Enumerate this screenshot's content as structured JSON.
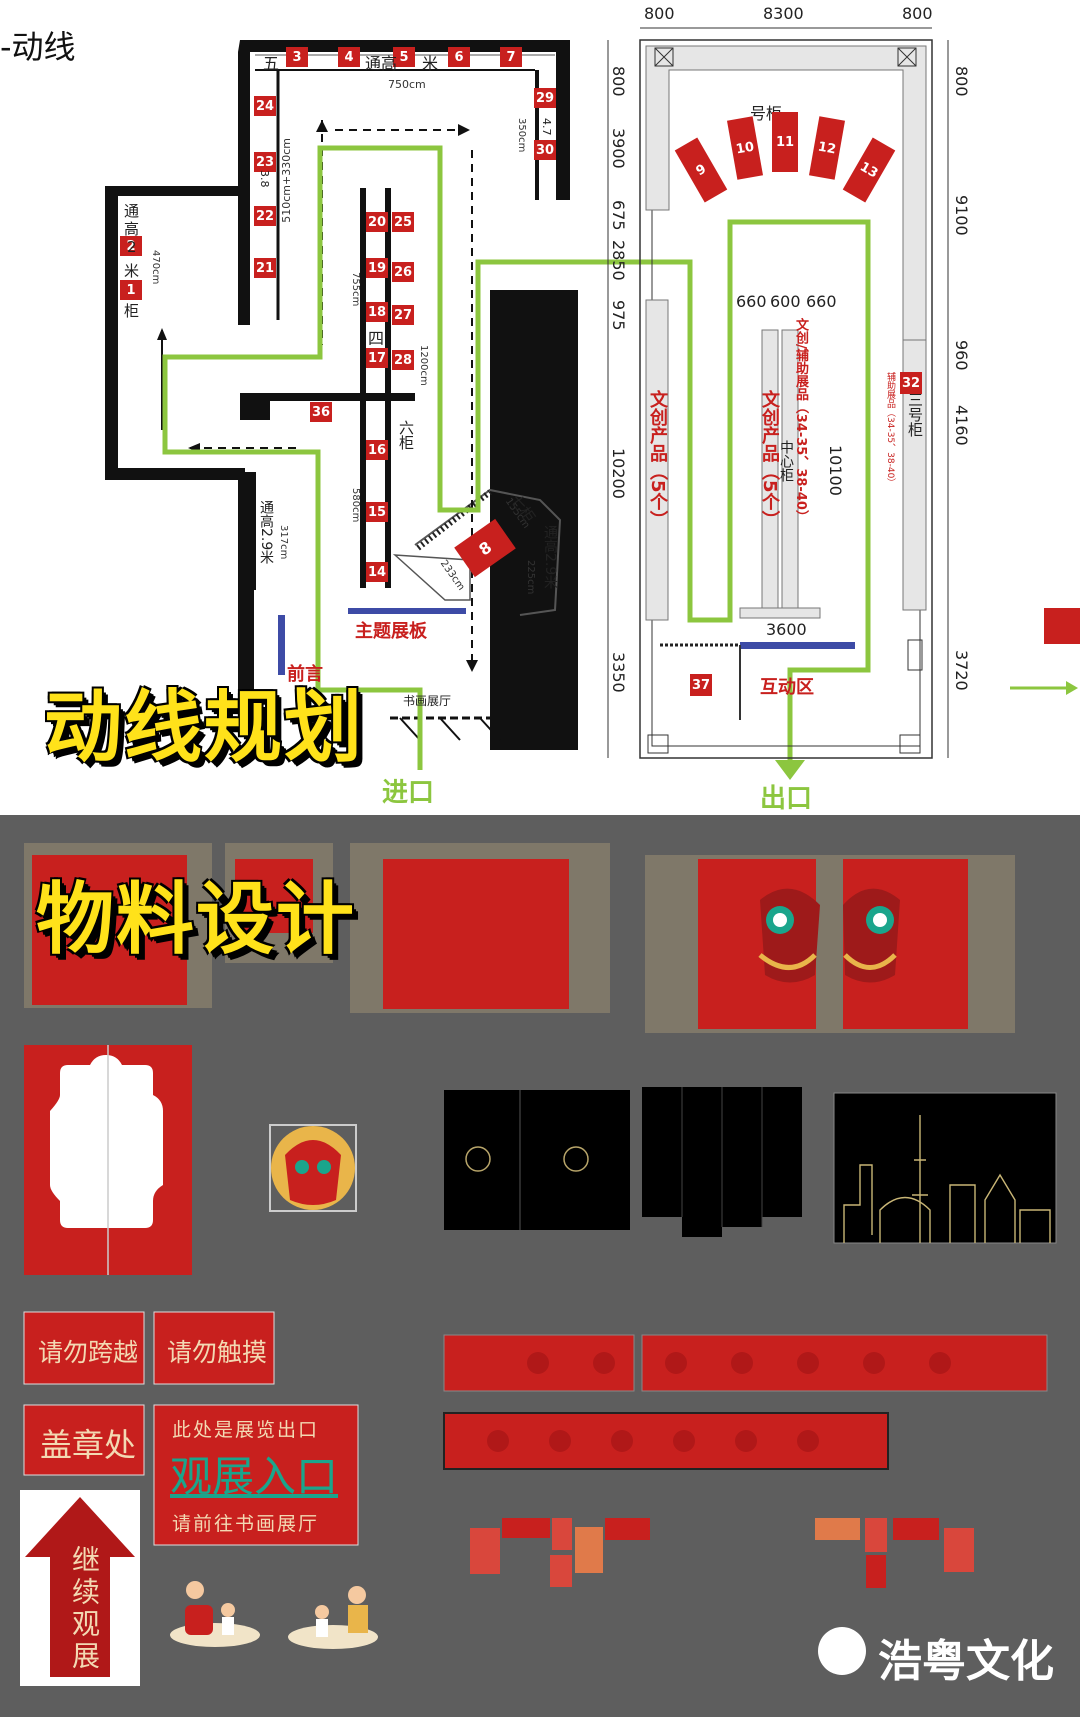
{
  "corner_label": "-动线",
  "title_route": "动线规划",
  "title_material": "物料设计",
  "entrance": "进口",
  "exit": "出口",
  "theme_board": "主题展板",
  "preface": "前言",
  "interactive_zone": "互动区",
  "hall_small": "书画展厅",
  "left_plan": {
    "cabinets": [
      "1",
      "2",
      "3",
      "4",
      "5",
      "6",
      "7",
      "8",
      "14",
      "15",
      "16",
      "17",
      "18",
      "19",
      "20",
      "21",
      "22",
      "23",
      "24",
      "25",
      "26",
      "27",
      "28",
      "29",
      "30",
      "36"
    ],
    "wall_texts": [
      "五",
      "通高",
      "米",
      "通",
      "高",
      "2",
      "米",
      "柜",
      "四",
      "六柜",
      "七柜",
      "通高2.9米",
      "通高2.9米"
    ],
    "dims": [
      "750cm",
      "510cm+330cm",
      "470cm",
      "350cm",
      "755cm",
      "1200cm",
      "580cm",
      "317cm",
      "155cm",
      "225cm",
      "233cm",
      "4.7",
      "3.8"
    ]
  },
  "right_plan": {
    "top_dims": [
      "800",
      "8300",
      "800"
    ],
    "left_dims": [
      "800",
      "3900",
      "675",
      "2850",
      "975",
      "10200",
      "3350"
    ],
    "right_dims": [
      "800",
      "9100",
      "960",
      "4160",
      "3720"
    ],
    "inner_dims": [
      "660",
      "600",
      "660",
      "10100",
      "3600"
    ],
    "cabinets": [
      "9",
      "10",
      "11",
      "12",
      "13",
      "32",
      "37"
    ],
    "labels": [
      "号柜",
      "文创产品（5个）",
      "文创产品（5个）",
      "文创/辅助展品（34-35、38-40）",
      "中心柜",
      "辅助展品（34-35、38-40）",
      "三号柜"
    ]
  },
  "signs": {
    "no_cross": "请勿跨越",
    "no_touch": "请勿触摸",
    "stamp": "盖章处",
    "exit_here": "此处是展览出口",
    "enter": "观展入口",
    "go_to": "请前往书画展厅",
    "continue": "继续观展"
  },
  "brand": "浩粤文化",
  "colors": {
    "red": "#c8201e",
    "green": "#8cc63f",
    "blue": "#3d4ba6",
    "yellow": "#ffe21a",
    "gray_bg": "#5e5e5e",
    "teal": "#1aa58c"
  }
}
